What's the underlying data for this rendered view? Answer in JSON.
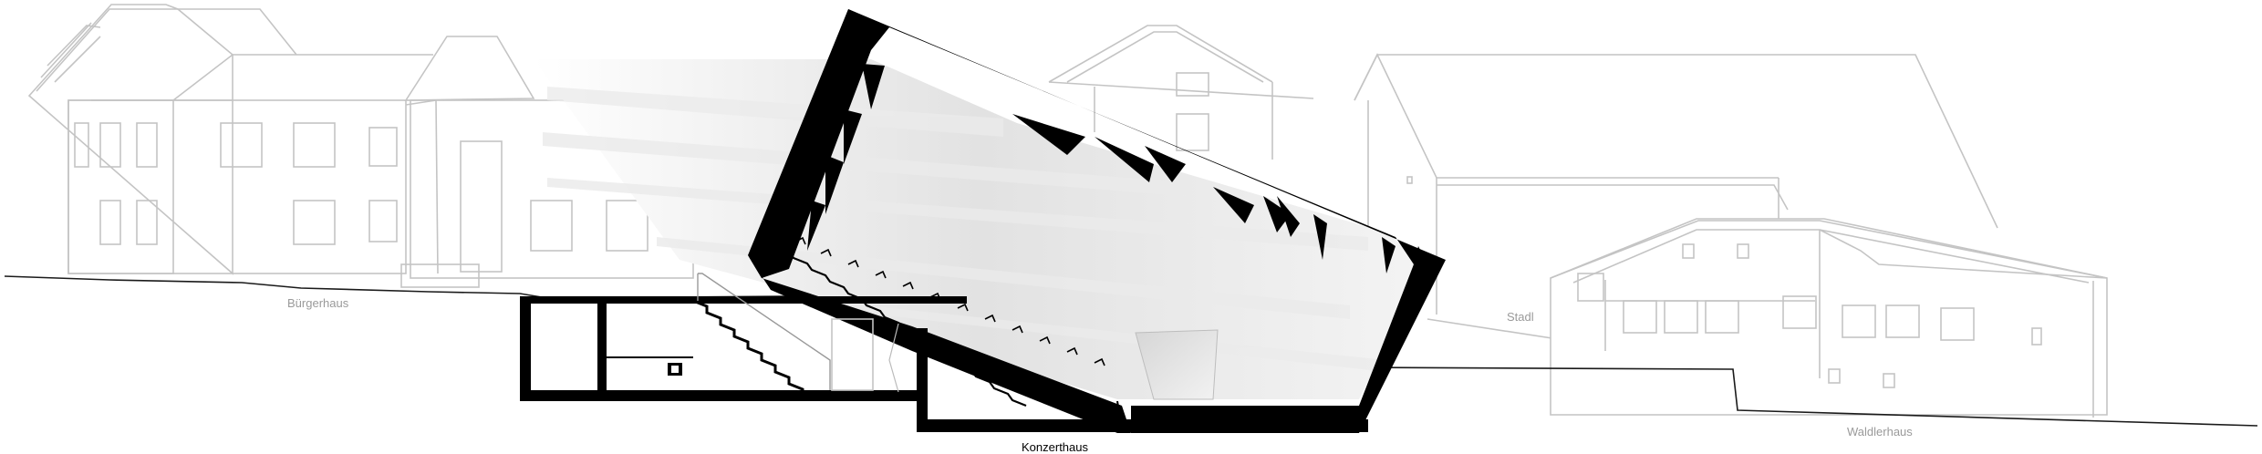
{
  "labels": {
    "buergerhaus": "Bürgerhaus",
    "konzerthaus": "Konzerthaus",
    "stadl": "Stadl",
    "waldlerhaus": "Waldlerhaus"
  },
  "colors": {
    "section_cut": "#000000",
    "elevation_lines": "#c4c4c4",
    "hall_interior": "#e6e6e6",
    "labels_neighbour": "#9a9a9a"
  }
}
